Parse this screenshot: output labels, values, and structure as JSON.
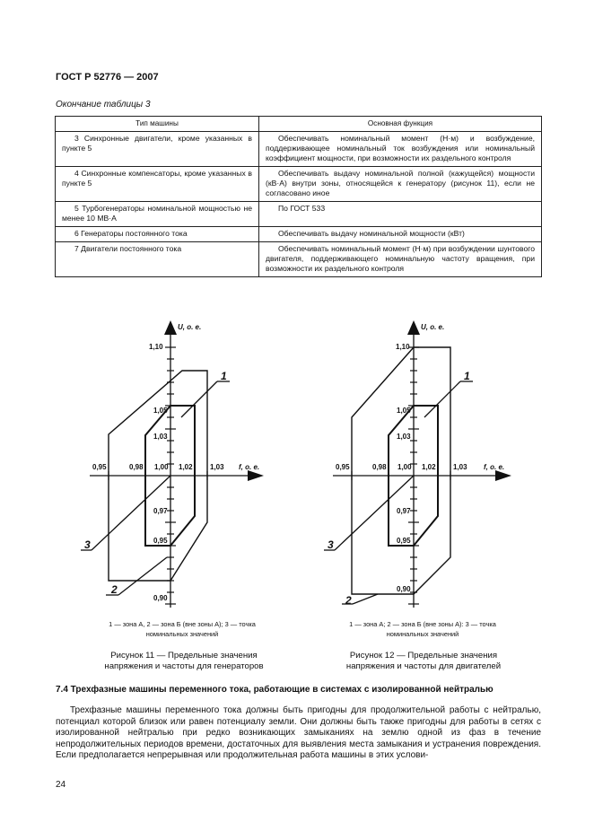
{
  "header": "ГОСТ Р 52776 — 2007",
  "table_caption": "Окончание таблицы 3",
  "table": {
    "headers": [
      "Тип машины",
      "Основная функция"
    ],
    "rows": [
      [
        "3 Синхронные двигатели, кроме указанных в пункте 5",
        "Обеспечивать номинальный момент (Н·м) и возбуждение, поддерживающее номинальный ток возбуждения или номинальный коэффициент мощности, при возможности их раздельного контроля"
      ],
      [
        "4 Синхронные компенсаторы, кроме указанных в пункте 5",
        "Обеспечивать выдачу номинальной полной (кажущейся) мощности (кВ·А) внутри зоны, относящейся к генератору (рисунок 11), если не согласовано иное"
      ],
      [
        "5 Турбогенераторы номинальной мощностью не менее 10 МВ·А",
        "По ГОСТ 533"
      ],
      [
        "6 Генераторы постоянного тока",
        "Обеспечивать выдачу номинальной мощности (кВт)"
      ],
      [
        "7 Двигатели постоянного тока",
        "Обеспечивать номинальный момент (Н·м) при возбуждении шунтового двигателя, поддерживающего номинальную частоту вращения, при возможности их раздельного контроля"
      ]
    ]
  },
  "figures": [
    {
      "y_axis_label": "U, о. е.",
      "x_axis_label": "f, о. е.",
      "y_ticks": [
        "1,10",
        "1,05",
        "1,03",
        "0,97",
        "0,95",
        "0,90"
      ],
      "x_ticks": [
        "0,95",
        "0,98",
        "1,00",
        "1,02",
        "1,03"
      ],
      "callouts": [
        "1",
        "2",
        "3"
      ],
      "legend": "1 — зона А, 2 — зона Б (вне зоны А); 3 — точка номинальных значений",
      "caption": "Рисунок 11 — Предельные значения напряжения и частоты для генераторов"
    },
    {
      "y_axis_label": "U, о. е.",
      "x_axis_label": "f, о. е.",
      "y_ticks": [
        "1,10",
        "1,05",
        "1,03",
        "0,97",
        "0,95",
        "0,90"
      ],
      "x_ticks": [
        "0,95",
        "0,98",
        "1,00",
        "1,02",
        "1,03"
      ],
      "callouts": [
        "1",
        "2",
        "3"
      ],
      "legend": "1 — зона А; 2 — зона Б (вне зоны А): 3 — точка номинальных значений",
      "caption": "Рисунок 12 — Предельные значения напряжения и частоты для двигателей"
    }
  ],
  "section_heading": "7.4 Трехфазные машины переменного тока, работающие в системах с изолированной нейтралью",
  "paragraph": "Трехфазные машины переменного тока должны быть пригодны для продолжительной работы с нейтралью, потенциал которой близок или равен потенциалу земли. Они должны быть также пригодны для работы в сетях с изолированной нейтралью при редко возникающих замыканиях на землю одной из фаз в течение непродолжительных периодов времени, достаточных для выявления места замыкания и устранения повреждения. Если предполагается непрерывная или продолжительная работа машины в этих услови-",
  "page_number": "24"
}
